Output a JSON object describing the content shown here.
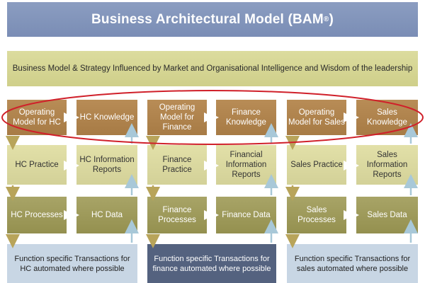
{
  "title": {
    "text": "Business Architectural Model (BAM",
    "mark": "®",
    "close": ")"
  },
  "banner": "Business Model & Strategy Influenced by Market and Organisational Intelligence and Wisdom of the leadership",
  "rows": {
    "model": [
      "Operating Model for HC",
      "HC Knowledge",
      "Operating Model for Finance",
      "Finance  Knowledge",
      "Operating Model for Sales",
      "Sales Knowledge"
    ],
    "practice": [
      "HC Practice",
      "HC Information Reports",
      "Finance Practice",
      "Financial Information Reports",
      "Sales Practice",
      "Sales Information Reports"
    ],
    "processes": [
      "HC Processes",
      "HC Data",
      "Finance Processes",
      "Finance Data",
      "Sales Processes",
      "Sales Data"
    ],
    "transactions": [
      "Function specific Transactions for HC automated where possible",
      "Function specific Transactions for finance  automated where possible",
      "Function specific Transactions for sales automated where possible"
    ]
  },
  "colors": {
    "title": "#7a8db5",
    "banner": "#cfcf8a",
    "model": "#a77b45",
    "practice": "#d3d198",
    "processes": "#94904f",
    "transactions_light": "#c8d6e4",
    "transactions_dark": "#54627f",
    "highlight_ellipse": "#d0202a",
    "arrow_down": "#b8a45a",
    "arrow_up": "#a8c8d8"
  }
}
